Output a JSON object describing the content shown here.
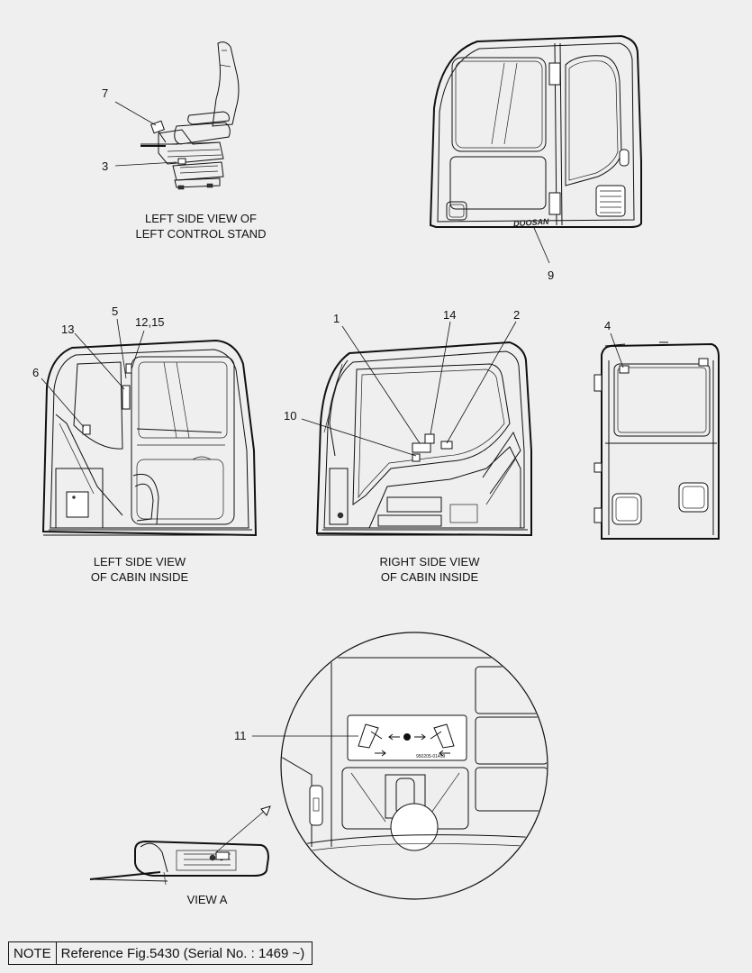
{
  "callouts": {
    "c7": "7",
    "c3": "3",
    "c9": "9",
    "c5": "5",
    "c12_15": "12,15",
    "c13": "13",
    "c6": "6",
    "c1": "1",
    "c14": "14",
    "c2": "2",
    "c10": "10",
    "c4": "4",
    "c11": "11"
  },
  "captions": {
    "control_stand": [
      "LEFT SIDE VIEW OF",
      "LEFT CONTROL STAND"
    ],
    "cabin_left": [
      "LEFT SIDE VIEW",
      "OF CABIN INSIDE"
    ],
    "cabin_right": [
      "RIGHT SIDE VIEW",
      "OF CABIN INSIDE"
    ],
    "view_a": "VIEW  A"
  },
  "decal_code": "950205-01459",
  "brand_mark": "DOOSAN",
  "note": {
    "label": "NOTE",
    "text": "Reference Fig.5430 (Serial No. : 1469 ~)"
  }
}
